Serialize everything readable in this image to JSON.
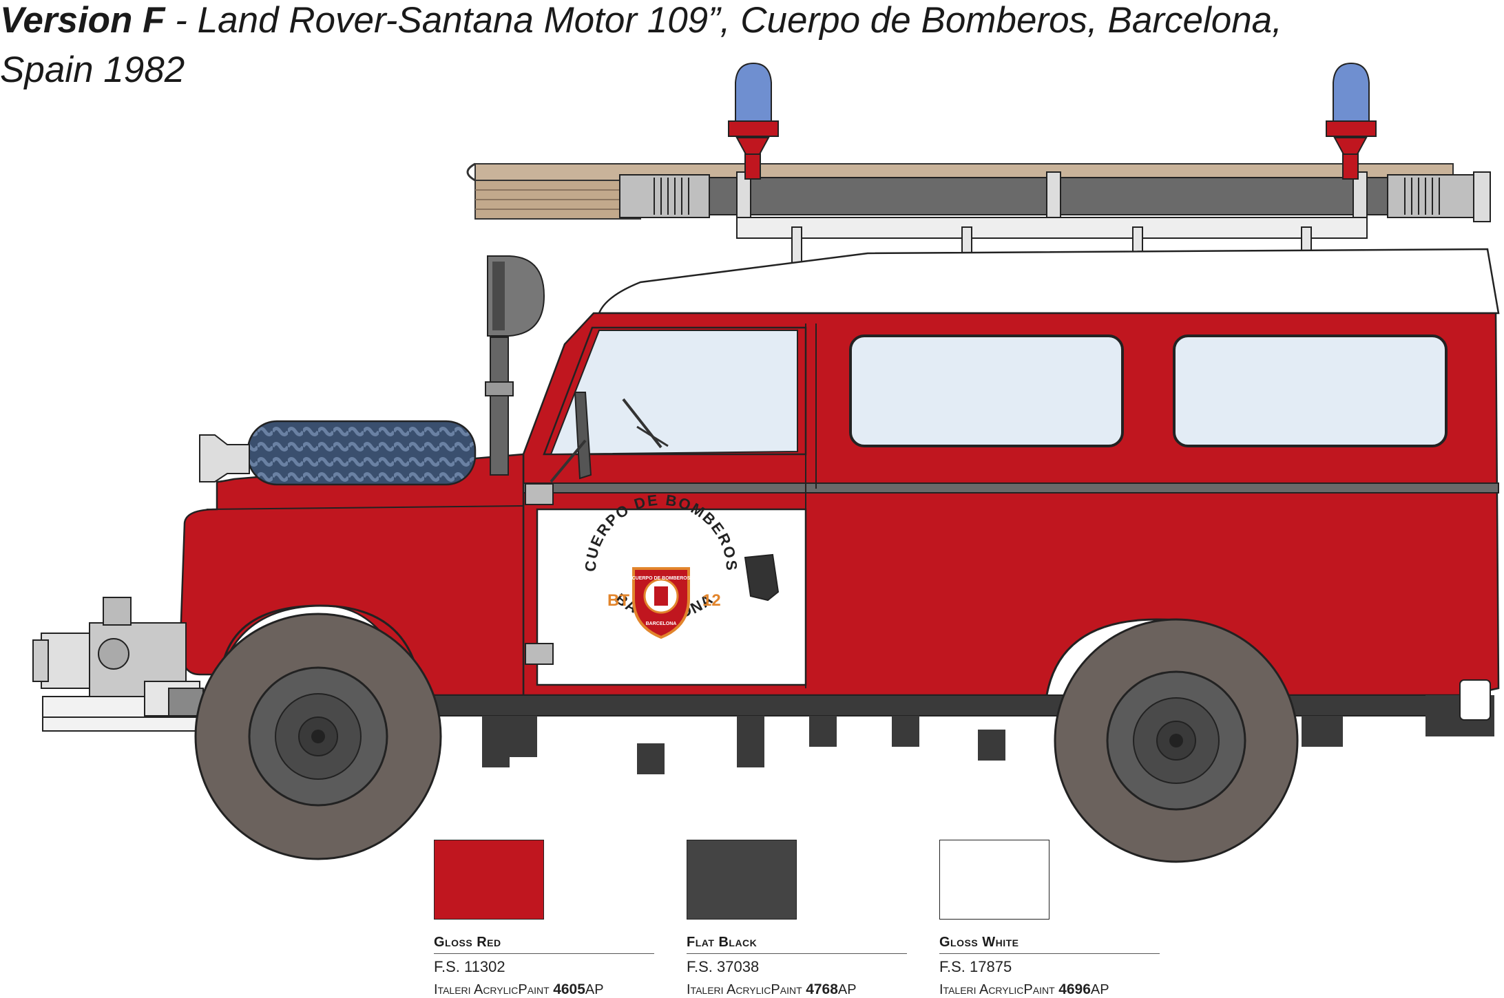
{
  "title": {
    "version": "Version F",
    "rest": " - Land Rover-Santana Motor 109”, Cuerpo de Bomberos, Barcelona, Spain 1982"
  },
  "emblem": {
    "arc_top": "CUERPO DE BOMBEROS",
    "left": "BT",
    "right": "12",
    "bottom": "BARCELONA",
    "shield_top": "CUERPO DE BOMBEROS",
    "shield_bottom": "BARCELONA"
  },
  "colors": {
    "body_red": "#c0161f",
    "dark_grey": "#4a4a4a",
    "window": "#e3ecf5",
    "beacon_blue": "#6f8fd0"
  },
  "swatches": [
    {
      "name": "Gloss Red",
      "color": "#c0161f",
      "fs": "F.S. 11302",
      "paint_prefix": "Italeri AcrylicPaint ",
      "paint_code": "4605",
      "paint_suffix": "AP"
    },
    {
      "name": "Flat Black",
      "color": "#444444",
      "fs": "F.S. 37038",
      "paint_prefix": "Italeri AcrylicPaint ",
      "paint_code": "4768",
      "paint_suffix": "AP"
    },
    {
      "name": "Gloss White",
      "color": "#ffffff",
      "fs": "F.S. 17875",
      "paint_prefix": "Italeri AcrylicPaint ",
      "paint_code": "4696",
      "paint_suffix": "AP"
    }
  ]
}
